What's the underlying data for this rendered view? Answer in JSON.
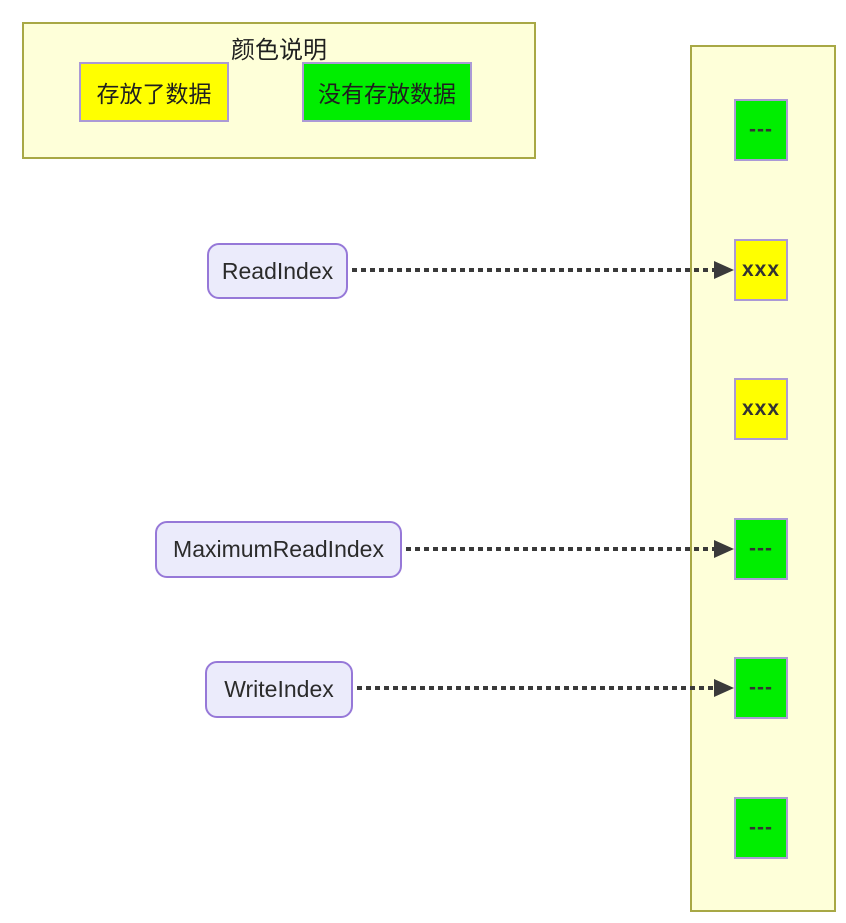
{
  "legend": {
    "title": "颜色说明",
    "items": [
      {
        "label": "存放了数据",
        "state": "stored"
      },
      {
        "label": "没有存放数据",
        "state": "empty"
      }
    ]
  },
  "colors": {
    "stored": "#ffff00",
    "empty": "#00ee00",
    "panel_bg": "#feffd9",
    "panel_border": "#a8a845",
    "cell_border": "#ab9ad6",
    "label_bg": "#ebebfb",
    "label_border": "#9678d8",
    "arrow": "#3a3a3a",
    "text": "#222222"
  },
  "pointers": [
    {
      "label": "ReadIndex",
      "target_cell_index": 2
    },
    {
      "label": "MaximumReadIndex",
      "target_cell_index": 4
    },
    {
      "label": "WriteIndex",
      "target_cell_index": 5
    }
  ],
  "buffer": {
    "cells": [
      {
        "label": "---",
        "state": "empty"
      },
      {
        "label": "xxx",
        "state": "stored"
      },
      {
        "label": "xxx",
        "state": "stored"
      },
      {
        "label": "---",
        "state": "empty"
      },
      {
        "label": "---",
        "state": "empty"
      },
      {
        "label": "---",
        "state": "empty"
      }
    ]
  }
}
